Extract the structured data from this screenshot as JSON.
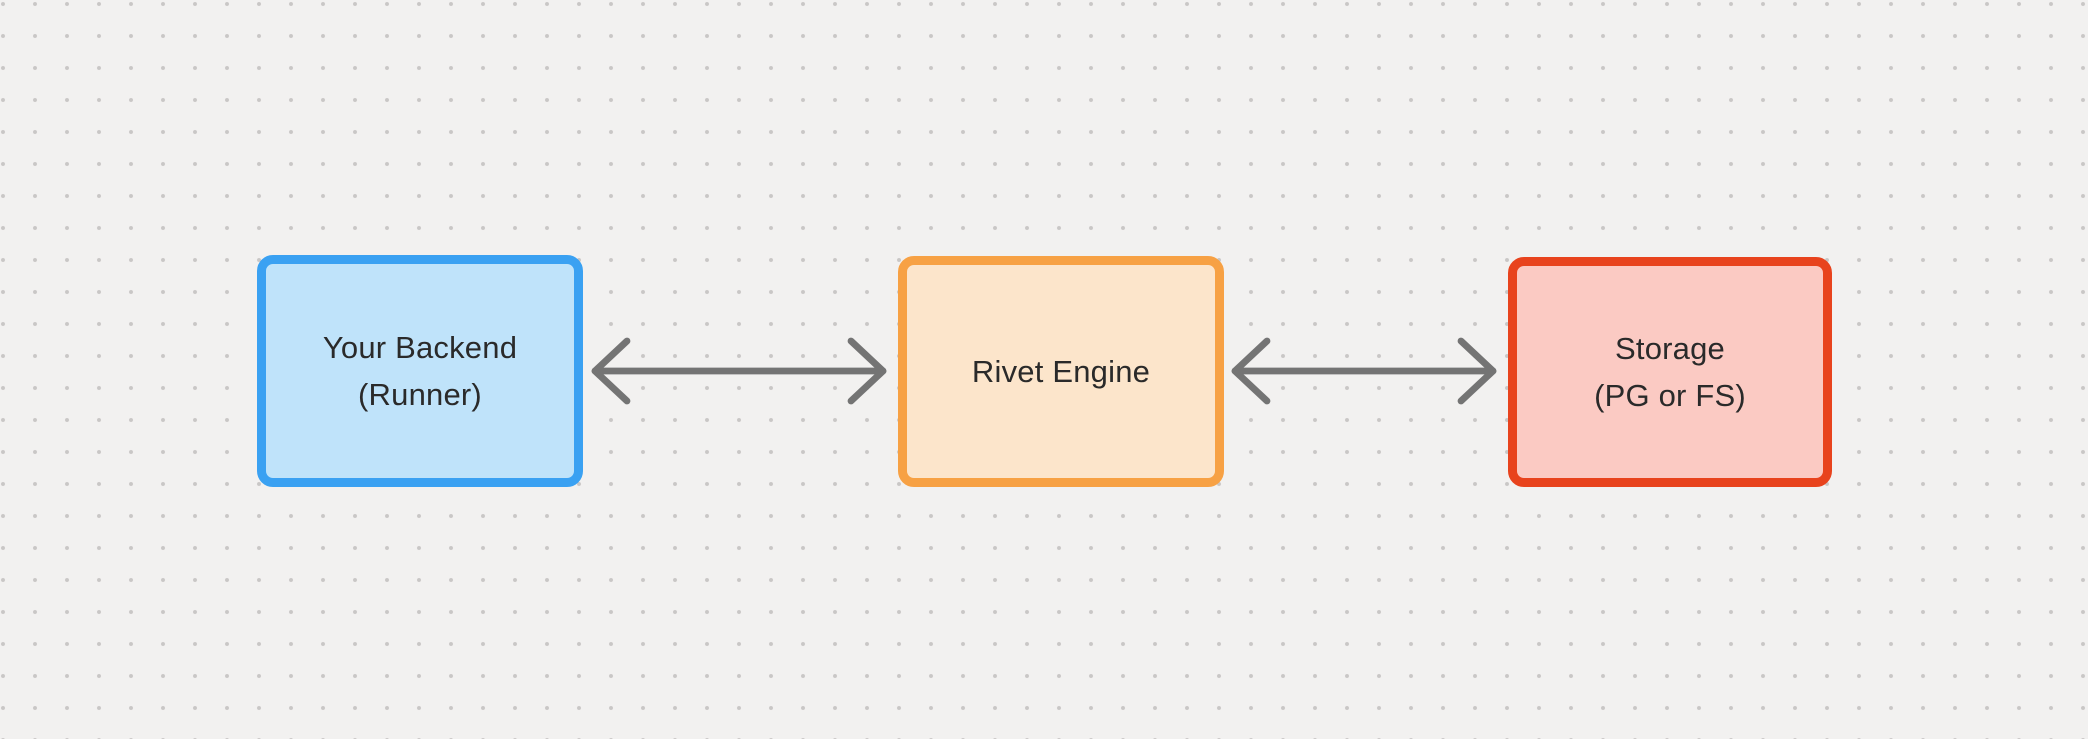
{
  "canvas": {
    "background_color": "#f2f1f0",
    "dot_color": "#c9c7c6",
    "bottom_strip_color": "#ffffff"
  },
  "text": {
    "color": "#2a2a2a"
  },
  "nodes": [
    {
      "id": "your-backend",
      "line1": "Your Backend",
      "line2": "(Runner)",
      "border_color": "#3aa1f2",
      "fill_color": "#bfe3fa"
    },
    {
      "id": "rivet-engine",
      "line1": "Rivet Engine",
      "line2": "",
      "border_color": "#f7a144",
      "fill_color": "#fce5cb"
    },
    {
      "id": "storage",
      "line1": "Storage",
      "line2": "(PG or FS)",
      "border_color": "#e8431d",
      "fill_color": "#fbcac3"
    }
  ],
  "connectors": [
    {
      "id": "backend-engine",
      "type": "double-arrow",
      "color": "#747474"
    },
    {
      "id": "engine-storage",
      "type": "double-arrow",
      "color": "#747474"
    }
  ]
}
